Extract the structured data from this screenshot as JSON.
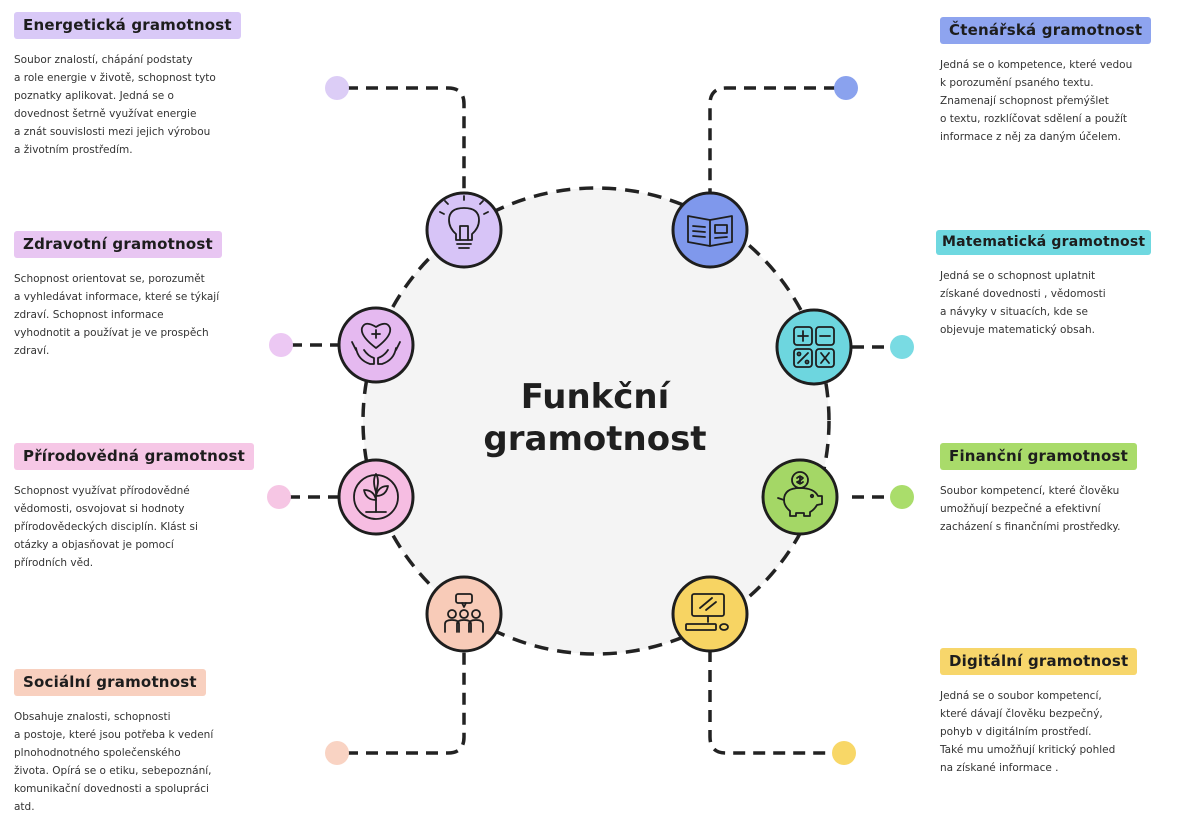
{
  "center": {
    "line1": "Funkční",
    "line2": "gramotnost"
  },
  "topics": [
    {
      "id": "energeticka",
      "title": "Energetická gramotnost",
      "color": "#d9c9f7",
      "icon": "lightbulb-icon",
      "text": "Soubor znalostí, chápání podstaty\na role energie v životě, schopnost tyto\npoznatky aplikovat. Jedná se o\ndovednost šetrně využívat energie\na znát souvislosti mezi jejich výrobou\na životním prostředím."
    },
    {
      "id": "zdravotni",
      "title": "Zdravotní gramotnost",
      "color": "#e8c6f2",
      "icon": "heart-hands-icon",
      "text": "Schopnost orientovat se, porozumět\na vyhledávat informace, které se týkají\nzdraví. Schopnost informace\nvyhodnotit a používat je ve prospěch\nzdraví."
    },
    {
      "id": "prirodovedna",
      "title": "Přírodovědná gramotnost",
      "color": "#f6c7e6",
      "icon": "plant-icon",
      "text": "Schopnost využívat přírodovědné\nvědomosti,  osvojovat si hodnoty\npřírodovědeckých disciplín. Klást si\notázky a objasňovat je pomocí\npřírodních věd."
    },
    {
      "id": "socialni",
      "title": "Sociální gramotnost",
      "color": "#f8d0bf",
      "icon": "people-icon",
      "text": "Obsahuje znalosti, schopnosti\na postoje, které jsou potřeba k vedení\nplnohodnotného společenského\nživota. Opírá se o etiku, sebepoznání,\nkomunikační dovednosti a spolupráci\natd."
    },
    {
      "id": "ctenarska",
      "title": "Čtenářská gramotnost",
      "color": "#8ea4ef",
      "icon": "open-book-icon",
      "text": "Jedná se o kompetence, které vedou\nk  porozumění psaného textu.\nZnamenají schopnost přemýšlet\no textu, rozklíčovat sdělení a použít\ninformace z něj za daným účelem."
    },
    {
      "id": "matematicka",
      "title": "Matematická gramotnost",
      "color": "#6fd8e0",
      "icon": "calculator-icon",
      "text": "Jedná se o schopnost uplatnit\nzískané dovednosti , vědomosti\na návyky v situacích, kde se\nobjevuje matematický obsah."
    },
    {
      "id": "financni",
      "title": "Finanční gramotnost",
      "color": "#a9db6a",
      "icon": "piggy-bank-icon",
      "text": "Soubor kompetencí, které člověku\numožňují bezpečné a efektivní\nzacházení s finančními prostředky."
    },
    {
      "id": "digitalni",
      "title": "Digitální gramotnost",
      "color": "#f7d66b",
      "icon": "computer-icon",
      "text": "Jedná se o soubor kompetencí,\nkteré dávají člověku bezpečný,\npohyb v digitálním prostředí.\nTaké mu  umožňují kritický pohled\nna získané informace ."
    }
  ]
}
